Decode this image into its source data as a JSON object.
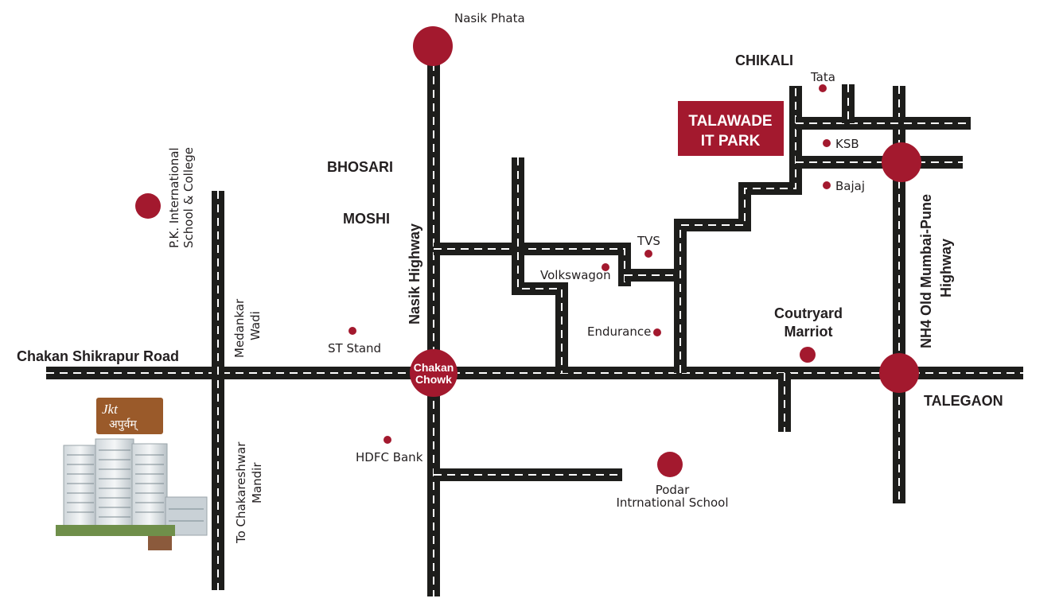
{
  "colors": {
    "road": "#1d1d1b",
    "road_dash": "#ffffff",
    "marker": "#a3192e",
    "text": "#231f20",
    "logo_board": "#9a5a2a"
  },
  "roads": {
    "chakan_shikrapur": "Chakan Shikrapur Road",
    "nasik_highway": "Nasik Highway",
    "nh4": [
      "NH4 Old Mumbai-Pune",
      "Highway"
    ],
    "medankar": [
      "Medankar",
      "Wadi"
    ],
    "chakareshwar": [
      "To Chakareshwar",
      "Mandir"
    ]
  },
  "areas": {
    "bhosari": "BHOSARI",
    "moshi": "MOSHI",
    "chikali": "CHIKALI",
    "talegaon": "TALEGAON"
  },
  "major_points": {
    "nasik_phata": "Nasik Phata",
    "chakan_chowk": [
      "Chakan",
      "Chowk"
    ],
    "coutryard": [
      "Coutryard",
      "Marriot"
    ],
    "podar": [
      "Podar",
      "Intrnational School"
    ],
    "pk_school": [
      "P.K. International",
      "School & College"
    ]
  },
  "small_points": {
    "st_stand": "ST Stand",
    "hdfc": "HDFC Bank",
    "volkswagon": "Volkswagon",
    "tvs": "TVS",
    "endurance": "Endurance",
    "tata": "Tata",
    "ksb": "KSB",
    "bajaj": "Bajaj"
  },
  "talawade": [
    "TALAWADE",
    "IT PARK"
  ],
  "logo": {
    "brand": "Jkt",
    "project": "अपुर्वम्"
  }
}
